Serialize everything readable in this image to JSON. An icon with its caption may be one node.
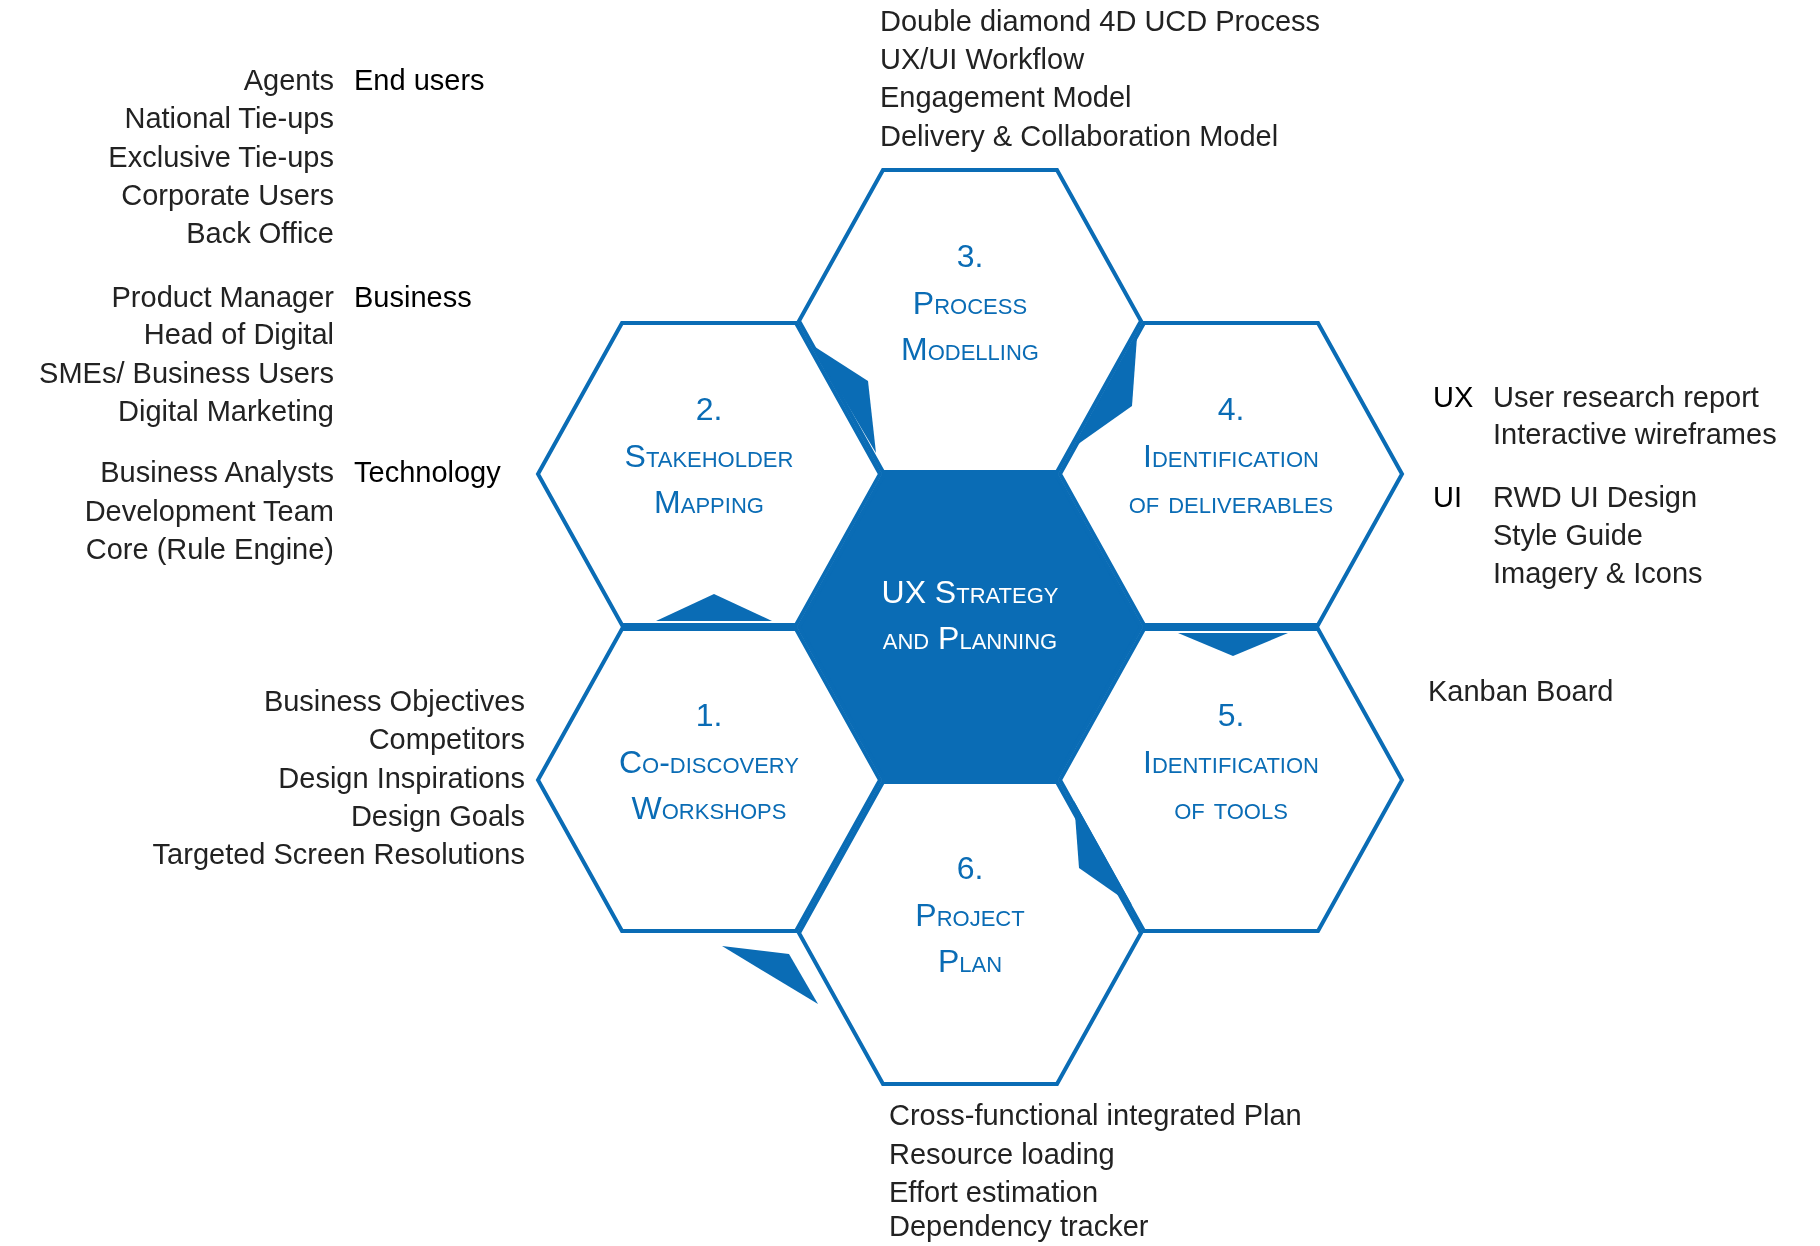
{
  "diagram": {
    "nodes": [
      {
        "text": [
          "UX Strategy and Planning"
        ]
      },
      {
        "text": [
          "1.",
          "Co-discovery Workshops"
        ],
        "beside": [
          "Business Objectives",
          "Competitors",
          "Design Inspirations",
          "Design Goals",
          "Targeted Screen Resolutions"
        ]
      },
      {
        "text": [
          "2.",
          "Stakeholder Mapping"
        ],
        "beside": [
          "Agents",
          "End users",
          "National Tie-ups",
          "Exclusive Tie-ups",
          "Corporate Users",
          "Back Office",
          "Product Manager",
          "Business",
          "Head of Digital",
          "SMEs/ Business Users",
          "Digital Marketing",
          "Business Analysts",
          "Technology",
          "Development Team",
          "Core (Rule Engine)"
        ]
      },
      {
        "text": [
          "3.",
          "Process Modelling"
        ],
        "beside": [
          "Double diamond 4D UCD Process",
          "UX/UI Workflow",
          "Engagement Model",
          "Delivery & Collaboration Model"
        ]
      },
      {
        "text": [
          "4.",
          "Identification of deliverables"
        ],
        "beside": [
          "UX",
          "User research report",
          "Interactive wireframes",
          "UI",
          "RWD UI Design",
          "Style Guide",
          "Imagery & Icons"
        ]
      },
      {
        "text": [
          "5.",
          "Identification of tools"
        ],
        "beside": [
          "Kanban Board"
        ]
      },
      {
        "text": [
          "6.",
          "Project Plan"
        ],
        "beside": [
          "Cross-functional integrated Plan",
          "Resource loading",
          "Effort estimation",
          "Dependency tracker"
        ]
      }
    ]
  }
}
